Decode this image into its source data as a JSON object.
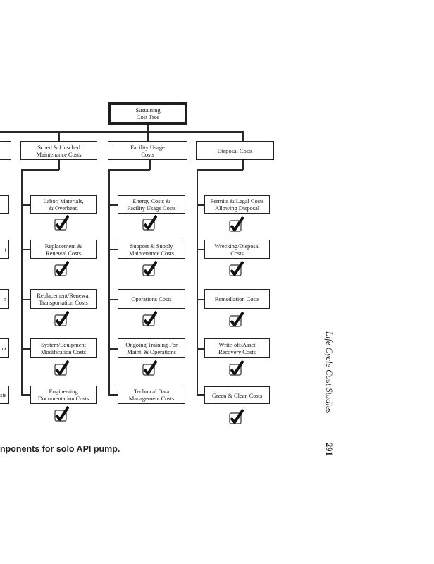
{
  "diagram": {
    "root": {
      "line1": "Sustaining",
      "line2": "Cost Tree"
    },
    "branches": [
      {
        "title_line1": "Sched & Unsched",
        "title_line2": "Maintenance Costs",
        "items": [
          {
            "line1": "Labor, Materials,",
            "line2": "& Overhead",
            "checked": true
          },
          {
            "line1": "Replacement &",
            "line2": "Renewal Costs",
            "checked": true
          },
          {
            "line1": "Replacement/Renewal",
            "line2": "Transportation Costs",
            "checked": true
          },
          {
            "line1": "System/Equipment",
            "line2": "Modification Costs",
            "checked": true
          },
          {
            "line1": "Engineering",
            "line2": "Documentation Costs",
            "checked": true
          }
        ]
      },
      {
        "title_line1": "Facility Usage",
        "title_line2": "Costs",
        "items": [
          {
            "line1": "Energy Costs &",
            "line2": "Facility Usage Costs",
            "checked": true
          },
          {
            "line1": "Support & Supply",
            "line2": "Maintenance Costs",
            "checked": true
          },
          {
            "line1": "Operations Costs",
            "line2": "",
            "checked": true
          },
          {
            "line1": "Ongoing Training For",
            "line2": "Maint. & Operations",
            "checked": true
          },
          {
            "line1": "Technical Data",
            "line2": "Management Costs",
            "checked": false
          }
        ]
      },
      {
        "title_line1": "Disposal Costs",
        "title_line2": "",
        "items": [
          {
            "line1": "Permits & Legal Costs",
            "line2": "Allowing Disposal",
            "checked": true
          },
          {
            "line1": "Wrecking/Disposal",
            "line2": "Costs",
            "checked": true
          },
          {
            "line1": "Remediation Costs",
            "line2": "",
            "checked": true
          },
          {
            "line1": "Write-off/Asset",
            "line2": "Recovery Costs",
            "checked": true
          },
          {
            "line1": "Green & Clean Costs",
            "line2": "",
            "checked": true
          }
        ]
      }
    ],
    "left_cut_fragments": [
      "",
      "",
      "t",
      "n",
      "nt",
      "sts"
    ]
  },
  "caption": "nponents for solo API pump.",
  "running_head": "Life Cycle Cost Studies",
  "page_number": "291",
  "icons": {
    "check": "check-mark-icon"
  }
}
